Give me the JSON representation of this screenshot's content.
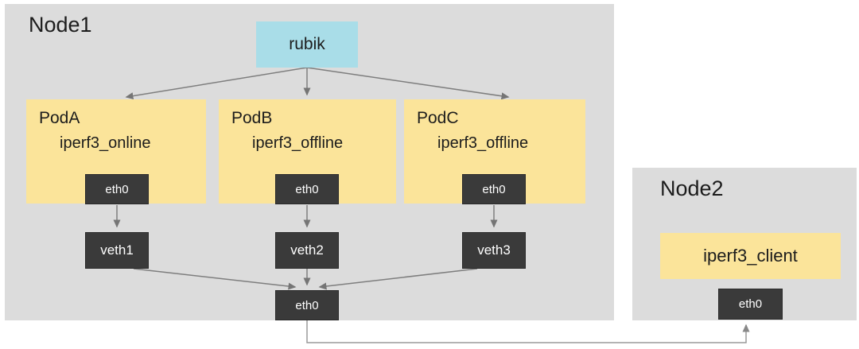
{
  "colors": {
    "node-bg": "#dcdcdc",
    "accent-yellow": "#fbe49a",
    "accent-cyan": "#a9dde8",
    "chip-bg": "#3a3a3a",
    "edge-color": "#7e7e7e",
    "route-color": "#9a9a9a"
  },
  "node1": {
    "title": "Node1",
    "controller": "rubik",
    "pods": [
      {
        "title": "PodA",
        "workload": "iperf3_online",
        "iface": "eth0",
        "veth": "veth1"
      },
      {
        "title": "PodB",
        "workload": "iperf3_offline",
        "iface": "eth0",
        "veth": "veth2"
      },
      {
        "title": "PodC",
        "workload": "iperf3_offline",
        "iface": "eth0",
        "veth": "veth3"
      }
    ],
    "bridge_iface": "eth0"
  },
  "node2": {
    "title": "Node2",
    "workload": "iperf3_client",
    "iface": "eth0"
  }
}
